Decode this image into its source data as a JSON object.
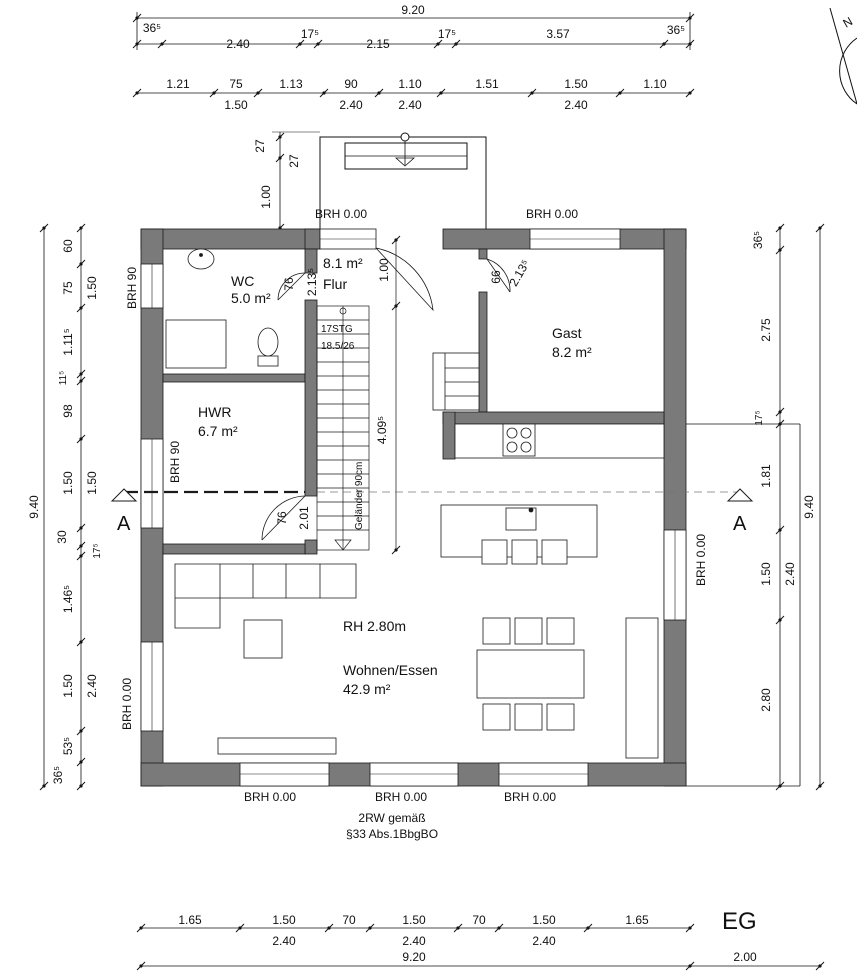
{
  "title": "EG",
  "note": "2RW gemäß §33 Abs.1BbgBO",
  "colors": {
    "wall": "#7a7a7a",
    "line": "#1a1a1a",
    "dash": "#777777"
  },
  "section_label": "A",
  "rooms": {
    "wc": {
      "name": "WC",
      "area": "5.0 m²"
    },
    "flur": {
      "name": "Flur",
      "area": "8.1 m²"
    },
    "gast": {
      "name": "Gast",
      "area": "8.2 m²"
    },
    "hwr": {
      "name": "HWR",
      "area": "6.7 m²"
    },
    "wohnen": {
      "name": "Wohnen/Essen",
      "area": "42.9 m²"
    }
  },
  "labels": {
    "stair_steps": "17STG",
    "stair_ratio": "18.5/26",
    "railing": "Geländer 90cm",
    "room_height": "RH 2.80m",
    "brh_0": "BRH 0.00",
    "brh_90": "BRH 90"
  },
  "door_dims": {
    "wc_width": "76",
    "wc_height": "2.13⁵",
    "gast_width": "66",
    "gast_height": "2.13⁵",
    "hwr_width": "76",
    "hwr_height": "2.01",
    "flur_entry": "1.00",
    "stair_len": "4.09⁵"
  },
  "dims_top1": [
    "9.20",
    "36⁵",
    "2.40",
    "17⁵",
    "2.15",
    "17⁵",
    "3.57",
    "36⁵"
  ],
  "dims_top2_upper": [
    "1.21",
    "75",
    "1.13",
    "90",
    "1.10",
    "1.51",
    "1.50",
    "1.10"
  ],
  "dims_top2_lower": [
    "1.50",
    "2.40",
    "2.40",
    "2.40"
  ],
  "dims_porch": [
    "27",
    "27",
    "1.00"
  ],
  "dims_left_outer": "9.40",
  "dims_left": [
    "60",
    "75",
    "1.50",
    "1.11⁵",
    "11⁵",
    "98",
    "1.50",
    "1.50",
    "30",
    "17⁵",
    "1.46⁵",
    "1.50",
    "2.40",
    "53⁵",
    "36⁵"
  ],
  "dims_right": [
    "36⁵",
    "2.75",
    "17⁵",
    "1.81",
    "1.50",
    "2.40",
    "2.80"
  ],
  "dims_right_outer": "9.40",
  "dims_bottom_upper": [
    "1.65",
    "1.50",
    "70",
    "1.50",
    "70",
    "1.50",
    "1.65"
  ],
  "dims_bottom_lower": [
    "2.40",
    "2.40",
    "2.40",
    "2.00"
  ],
  "dims_bottom_total": "9.20",
  "compass_letter": "N"
}
